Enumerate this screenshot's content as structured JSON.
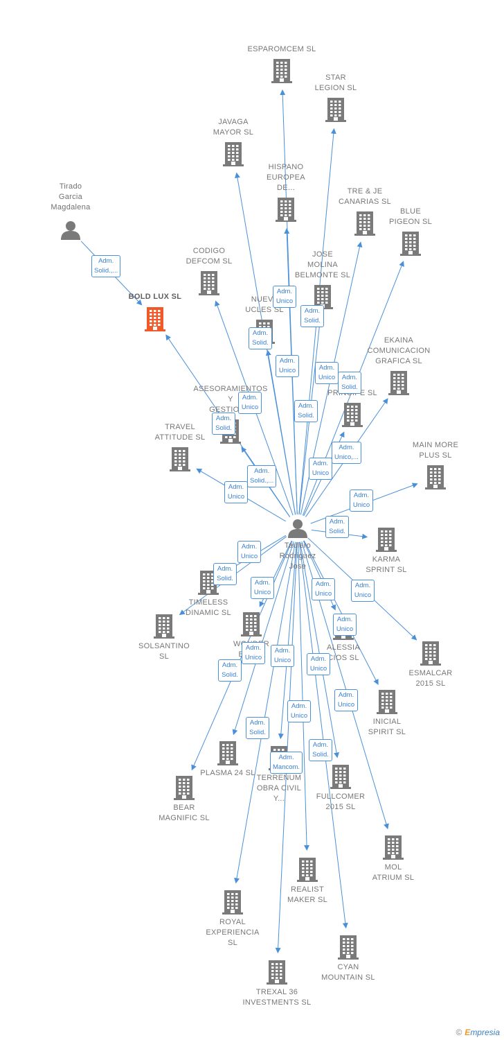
{
  "colors": {
    "edge": "#4a90d9",
    "building": "#7a7a7a",
    "focus": "#f05a28",
    "person": "#7a7a7a"
  },
  "nodes": [
    {
      "id": "center",
      "label": "Taulero\nRodriguez\nJose",
      "type": "person",
      "icon": "person-icon"
    },
    {
      "id": "tirado",
      "label": "Tirado\nGarcia\nMagdalena",
      "type": "person",
      "icon": "person-icon"
    },
    {
      "id": "boldlux",
      "label": "BOLD LUX  SL",
      "type": "focus",
      "icon": "building-icon"
    },
    {
      "id": "esparomcem",
      "label": "ESPAROMCEM SL",
      "type": "company",
      "icon": "building-icon"
    },
    {
      "id": "starlegion",
      "label": "STAR\nLEGION  SL",
      "type": "company",
      "icon": "building-icon"
    },
    {
      "id": "javaga",
      "label": "JAVAGA\nMAYOR  SL",
      "type": "company",
      "icon": "building-icon"
    },
    {
      "id": "hispano",
      "label": "HISPANO\nEUROPEA\nDE...",
      "type": "company",
      "icon": "building-icon"
    },
    {
      "id": "trejecanarias",
      "label": "TRE & JE\nCANARIAS  SL",
      "type": "company",
      "icon": "building-icon"
    },
    {
      "id": "bluepigeon",
      "label": "BLUE\nPIGEON  SL",
      "type": "company",
      "icon": "building-icon"
    },
    {
      "id": "codigodefcom",
      "label": "CODIGO\nDEFCOM  SL",
      "type": "company",
      "icon": "building-icon"
    },
    {
      "id": "josemolina",
      "label": "JOSE\nMOLINA\nBELMONTE  SL",
      "type": "company",
      "icon": "building-icon"
    },
    {
      "id": "nuevaucles",
      "label": "NUEVA\nUCLES  SL",
      "type": "company",
      "icon": "building-icon"
    },
    {
      "id": "ekaina",
      "label": "EKAINA\nCOMUNICACION\nGRAFICA  SL",
      "type": "company",
      "icon": "building-icon"
    },
    {
      "id": "principe",
      "label": "E\nPRINCIPE  SL",
      "type": "company",
      "icon": "building-icon"
    },
    {
      "id": "asesoramientos",
      "label": "ASESORAMIENTOS\nY\nGESTION...",
      "type": "company",
      "icon": "building-icon"
    },
    {
      "id": "travelattitude",
      "label": "TRAVEL\nATTITUDE  SL",
      "type": "company",
      "icon": "building-icon"
    },
    {
      "id": "mainmore",
      "label": "MAIN MORE\nPLUS  SL",
      "type": "company",
      "icon": "building-icon"
    },
    {
      "id": "karmasprint",
      "label": "KARMA\nSPRINT  SL",
      "type": "company",
      "icon": "building-icon"
    },
    {
      "id": "timeless",
      "label": "TIMELESS\nDINAMIC  SL",
      "type": "company",
      "icon": "building-icon"
    },
    {
      "id": "solsantino",
      "label": "SOLSANTINO\nSL",
      "type": "company",
      "icon": "building-icon"
    },
    {
      "id": "esmalcar",
      "label": "ESMALCAR\n2015  SL",
      "type": "company",
      "icon": "building-icon"
    },
    {
      "id": "wonder",
      "label": "WONDER\nBUSI...",
      "type": "company",
      "icon": "building-icon"
    },
    {
      "id": "alessia",
      "label": "ALESSIA\nCIOS  SL",
      "type": "company",
      "icon": "building-icon"
    },
    {
      "id": "inicialspirit",
      "label": "INICIAL\nSPIRIT  SL",
      "type": "company",
      "icon": "building-icon"
    },
    {
      "id": "plasma24",
      "label": "PLASMA 24 SL",
      "type": "company",
      "icon": "building-icon"
    },
    {
      "id": "terrenum",
      "label": "TERRENUM\nOBRA CIVIL\nY...",
      "type": "company",
      "icon": "building-icon"
    },
    {
      "id": "fullcomer",
      "label": "FULLCOMER\n2015  SL",
      "type": "company",
      "icon": "building-icon"
    },
    {
      "id": "bearmagnific",
      "label": "BEAR\nMAGNIFIC  SL",
      "type": "company",
      "icon": "building-icon"
    },
    {
      "id": "molatrium",
      "label": "MOL\nATRIUM  SL",
      "type": "company",
      "icon": "building-icon"
    },
    {
      "id": "realistmaker",
      "label": "REALIST\nMAKER  SL",
      "type": "company",
      "icon": "building-icon"
    },
    {
      "id": "royalexp",
      "label": "ROYAL\nEXPERIENCIA\nSL",
      "type": "company",
      "icon": "building-icon"
    },
    {
      "id": "cyanmountain",
      "label": "CYAN\nMOUNTAIN  SL",
      "type": "company",
      "icon": "building-icon"
    },
    {
      "id": "trexal36",
      "label": "TREXAL 36\nINVESTMENTS SL",
      "type": "company",
      "icon": "building-icon"
    }
  ],
  "edges": [
    {
      "from": "tirado",
      "to": "boldlux",
      "label": "Adm.\nSolid.,..."
    },
    {
      "from": "center",
      "to": "boldlux",
      "label": ""
    },
    {
      "from": "center",
      "to": "esparomcem",
      "label": "Adm.\nUnico"
    },
    {
      "from": "center",
      "to": "starlegion",
      "label": "Adm.\nSolid."
    },
    {
      "from": "center",
      "to": "javaga",
      "label": "Adm.\nSolid."
    },
    {
      "from": "center",
      "to": "hispano",
      "label": "Adm.\nUnico"
    },
    {
      "from": "center",
      "to": "trejecanarias",
      "label": "Adm.\nUnico"
    },
    {
      "from": "center",
      "to": "bluepigeon",
      "label": "Adm.\nSolid."
    },
    {
      "from": "center",
      "to": "codigodefcom",
      "label": "Adm.\nUnico"
    },
    {
      "from": "center",
      "to": "josemolina",
      "label": "Adm.\nSolid."
    },
    {
      "from": "center",
      "to": "nuevaucles",
      "label": "Adm.\nSolid."
    },
    {
      "from": "center",
      "to": "ekaina",
      "label": "Adm.\nUnico,..."
    },
    {
      "from": "center",
      "to": "principe",
      "label": "Adm.\nUnico"
    },
    {
      "from": "center",
      "to": "asesoramientos",
      "label": "Adm.\nSolid.,..."
    },
    {
      "from": "center",
      "to": "travelattitude",
      "label": "Adm.\nUnico"
    },
    {
      "from": "center",
      "to": "mainmore",
      "label": "Adm.\nUnico"
    },
    {
      "from": "center",
      "to": "karmasprint",
      "label": "Adm.\nSolid."
    },
    {
      "from": "center",
      "to": "timeless",
      "label": "Adm.\nUnico"
    },
    {
      "from": "center",
      "to": "solsantino",
      "label": "Adm.\nSolid."
    },
    {
      "from": "center",
      "to": "esmalcar",
      "label": "Adm.\nUnico"
    },
    {
      "from": "center",
      "to": "wonder",
      "label": "Adm.\nUnico"
    },
    {
      "from": "center",
      "to": "alessia",
      "label": "Adm.\nUnico"
    },
    {
      "from": "center",
      "to": "inicialspirit",
      "label": "Adm.\nUnico"
    },
    {
      "from": "center",
      "to": "plasma24",
      "label": "Adm.\nUnico"
    },
    {
      "from": "center",
      "to": "terrenum",
      "label": "Adm.\nUnico"
    },
    {
      "from": "center",
      "to": "fullcomer",
      "label": "Adm.\nUnico"
    },
    {
      "from": "center",
      "to": "bearmagnific",
      "label": "Adm.\nSolid."
    },
    {
      "from": "center",
      "to": "molatrium",
      "label": "Adm.\nUnico"
    },
    {
      "from": "center",
      "to": "realistmaker",
      "label": "Adm.\nUnico"
    },
    {
      "from": "center",
      "to": "royalexp",
      "label": "Adm.\nSolid."
    },
    {
      "from": "center",
      "to": "cyanmountain",
      "label": "Adm.\nSolid."
    },
    {
      "from": "center",
      "to": "trexal36",
      "label": "Adm.\nMancom."
    }
  ],
  "footer": {
    "copyright": "©",
    "brand_initial": "E",
    "brand_rest": "mpresia"
  }
}
